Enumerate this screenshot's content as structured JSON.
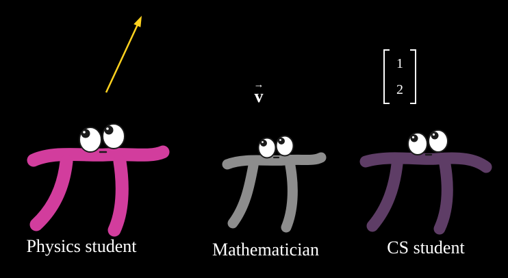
{
  "scene": {
    "background": "#000000",
    "text_color": "#ffffff"
  },
  "arrow": {
    "color": "#ffd21f"
  },
  "vector_symbol": {
    "arrow_glyph": "→",
    "letter": "v"
  },
  "matrix": {
    "entries": [
      "1",
      "2"
    ]
  },
  "creatures": [
    {
      "label": "Physics student",
      "color": "#d23d9d",
      "face_color": "#1a1a1a"
    },
    {
      "label": "Mathematician",
      "color": "#8d8d8d",
      "face_color": "#1a1a1a"
    },
    {
      "label": "CS student",
      "color": "#5e3d66",
      "face_color": "#1a1a1a"
    }
  ]
}
